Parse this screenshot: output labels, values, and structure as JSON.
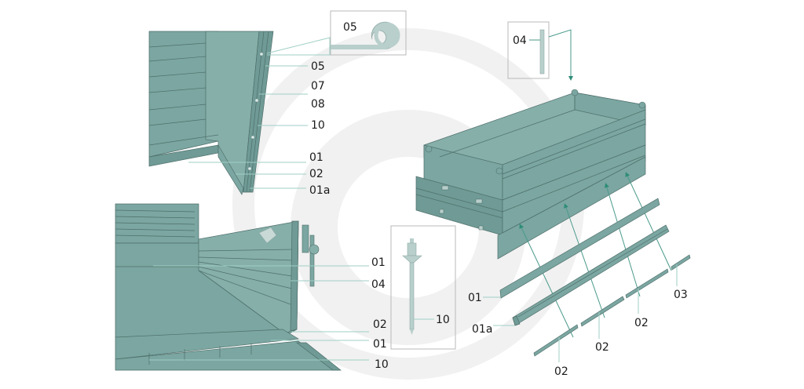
{
  "diagram": {
    "title": "Tipper body exploded parts view",
    "colors": {
      "part_fill": "#7ba6a1",
      "part_outline": "#4f6f6b",
      "leader_line": "#9fcfc5",
      "arrow": "#2e8c78",
      "inset_part": "#b8cfcb",
      "label_text": "#1a1a1a"
    },
    "insets": {
      "spring_clip": {
        "label": "05"
      },
      "pin": {
        "label": "04"
      },
      "rivet": {
        "label": "10"
      }
    },
    "top_left_view": {
      "labels": [
        "05",
        "07",
        "08",
        "10",
        "01",
        "02",
        "01a"
      ]
    },
    "bottom_left_view": {
      "labels": [
        "01",
        "04",
        "02",
        "01",
        "10"
      ]
    },
    "exploded_strips": {
      "labels": {
        "strip_01": "01",
        "angle_01a": "01a",
        "strip_02_a": "02",
        "strip_02_b": "02",
        "strip_02_c": "02",
        "strip_03": "03"
      }
    }
  }
}
